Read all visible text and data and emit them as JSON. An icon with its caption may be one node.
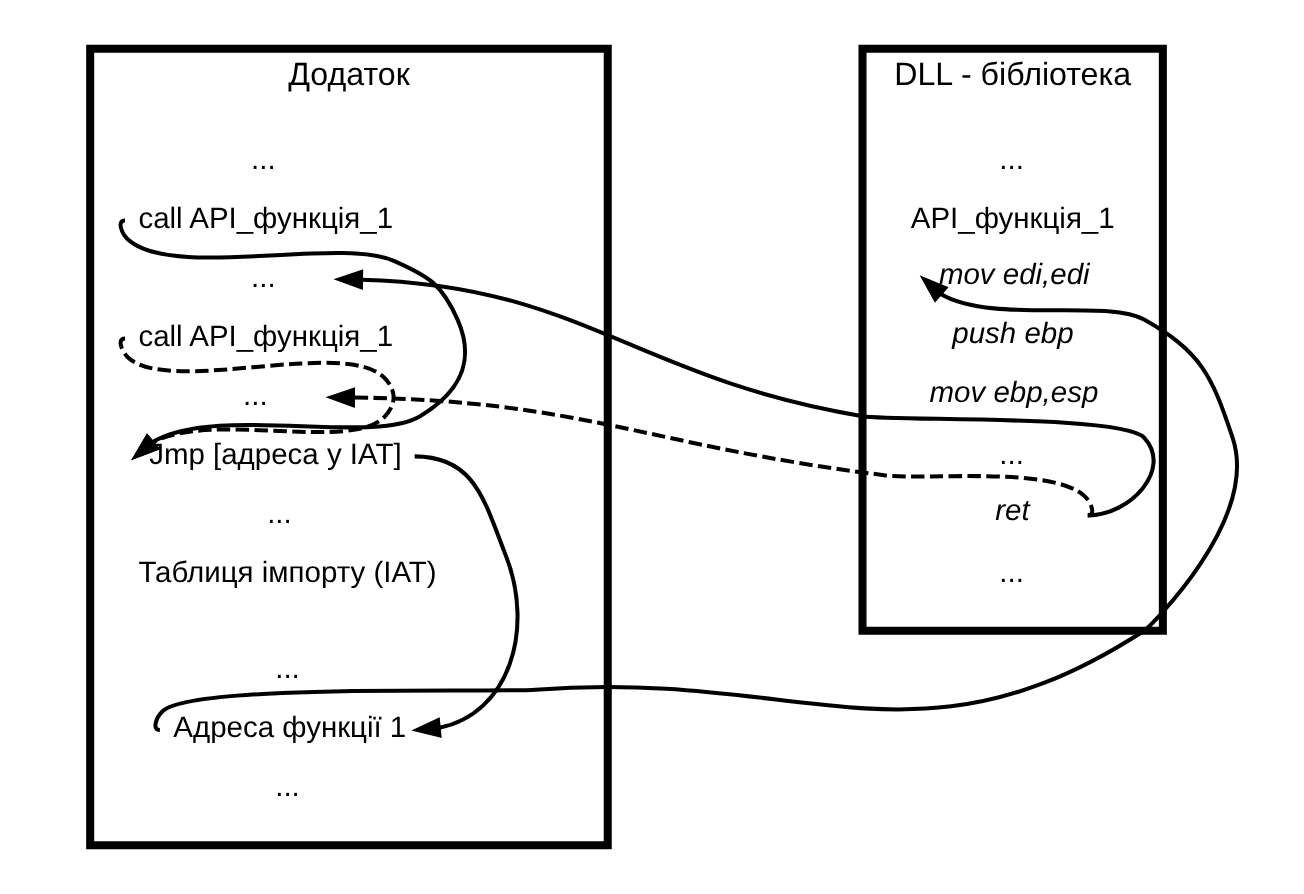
{
  "diagram": {
    "nodes": [
      {
        "text": [
          "Додаток"
        ]
      },
      {
        "text": [
          "..."
        ],
        "in": 0
      },
      {
        "text": [
          "call API_функція_1"
        ],
        "in": 0
      },
      {
        "text": [
          "..."
        ],
        "in": 0
      },
      {
        "text": [
          "call API_функція_1"
        ],
        "in": 0
      },
      {
        "text": [
          "..."
        ],
        "in": 0
      },
      {
        "text": [
          "Jmp [адреса у IAT]"
        ],
        "in": 0
      },
      {
        "text": [
          "..."
        ],
        "in": 0
      },
      {
        "text": [
          "Таблиця імпорту (IAT)"
        ],
        "in": 0
      },
      {
        "text": [
          "..."
        ],
        "in": 0
      },
      {
        "text": [
          "Адреса функції 1"
        ],
        "in": 0
      },
      {
        "text": [
          "..."
        ],
        "in": 0
      },
      {
        "text": [
          "DLL - бібліотека"
        ]
      },
      {
        "text": [
          "..."
        ],
        "in": 12
      },
      {
        "text": [
          "API_функція_1"
        ],
        "in": 12
      },
      {
        "text": [
          "mov edi,edi"
        ],
        "in": 12
      },
      {
        "text": [
          "push ebp"
        ],
        "in": 12
      },
      {
        "text": [
          "mov ebp,esp"
        ],
        "in": 12
      },
      {
        "text": [
          "..."
        ],
        "in": 12
      },
      {
        "text": [
          "ret"
        ],
        "in": 12
      },
      {
        "text": [
          "..."
        ],
        "in": 12
      }
    ],
    "edges": [
      {
        "from": 2,
        "to": 6,
        "arrow": "to"
      },
      {
        "from": 4,
        "to": 6,
        "arrow": "to",
        "style": "dashed"
      },
      {
        "from": 6,
        "to": 10,
        "arrow": "to"
      },
      {
        "from": 10,
        "to": 15,
        "arrow": "to"
      },
      {
        "from": 19,
        "to": 3,
        "arrow": "to"
      },
      {
        "from": 19,
        "to": 5,
        "arrow": "to",
        "style": "dashed"
      }
    ]
  }
}
